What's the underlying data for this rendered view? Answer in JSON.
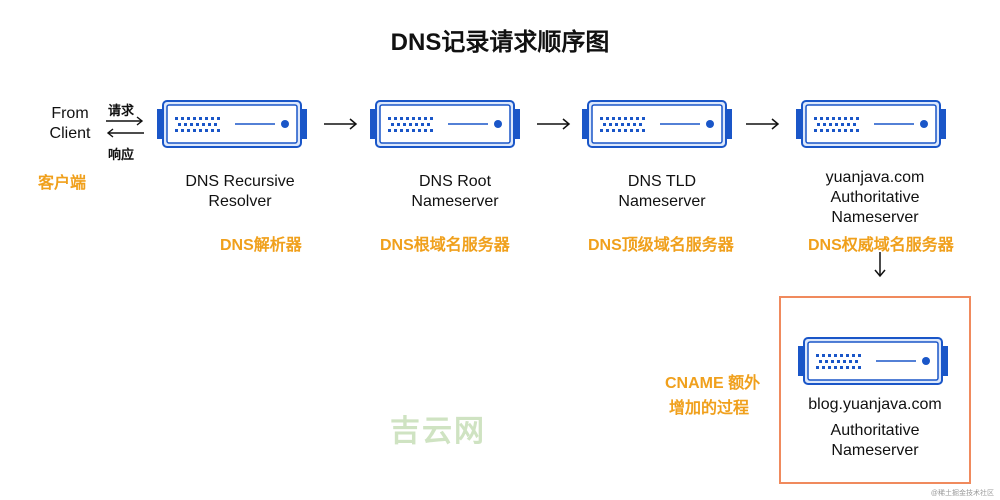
{
  "title": "DNS记录请求顺序图",
  "client": {
    "label_line1": "From",
    "label_line2": "Client",
    "request": "请求",
    "response": "响应",
    "tag": "客户端"
  },
  "nodes": [
    {
      "name_line1": "DNS Recursive",
      "name_line2": "Resolver",
      "tag": "DNS解析器"
    },
    {
      "name_line1": "DNS Root",
      "name_line2": "Nameserver",
      "tag": "DNS根域名服务器"
    },
    {
      "name_line1": "DNS TLD",
      "name_line2": "Nameserver",
      "tag": "DNS顶级域名服务器"
    },
    {
      "name_line1": "yuanjava.com",
      "name_line2": "Authoritative",
      "name_line3": "Nameserver",
      "tag": "DNS权威域名服务器"
    }
  ],
  "cname": {
    "note_line1": "CNAME 额外",
    "note_line2": "增加的过程",
    "name_line1": "blog.yuanjava.com",
    "name_line2": "Authoritative",
    "name_line3": "Nameserver"
  },
  "watermark": "吉云网",
  "corner_mark": "@稀土掘金技术社区",
  "colors": {
    "accent_orange": "#f0a01c",
    "server_blue": "#1a56c8",
    "server_fill": "#dde8fb",
    "cname_border": "#f08a5d"
  }
}
